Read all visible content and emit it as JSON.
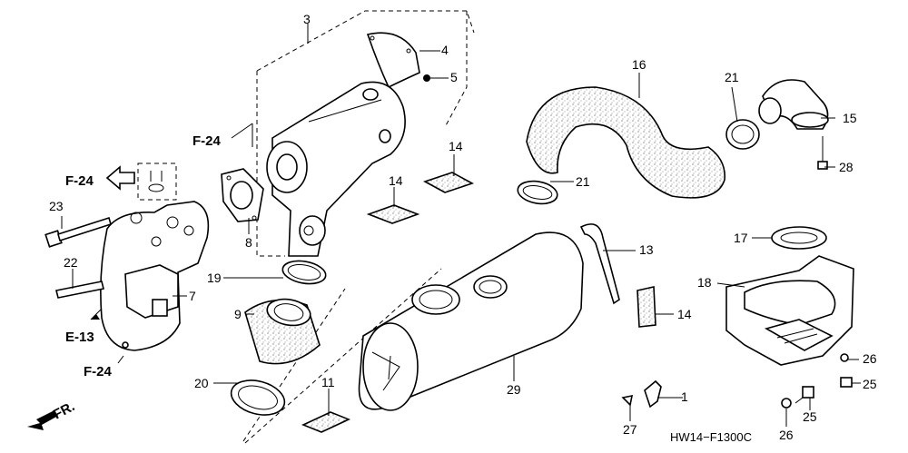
{
  "diagram": {
    "code": "HW14−F1300C",
    "front_label": "FR.",
    "refs": [
      "F-24",
      "F-24",
      "E-13",
      "F-24"
    ],
    "labels": [
      "1",
      "3",
      "4",
      "5",
      "7",
      "8",
      "9",
      "11",
      "13",
      "14",
      "14",
      "14",
      "15",
      "16",
      "17",
      "18",
      "19",
      "20",
      "21",
      "21",
      "22",
      "23",
      "25",
      "25",
      "26",
      "26",
      "27",
      "28",
      "29"
    ]
  }
}
